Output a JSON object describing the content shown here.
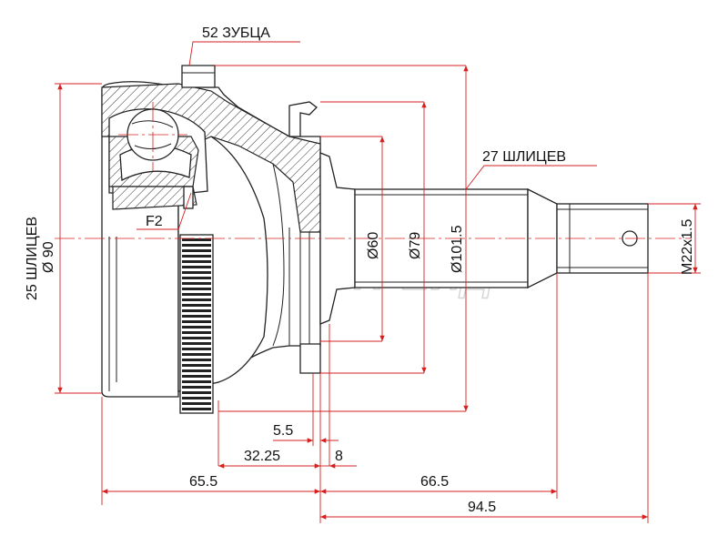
{
  "diagram": {
    "labels": {
      "teeth": "52 ЗУБЦА",
      "outer_splines": "27 ШЛИЦЕВ",
      "inner_splines": "25 ШЛИЦЕВ",
      "inner_diameter": "Ø 90",
      "ball": "F2",
      "thread": "M22x1.5",
      "d60": "Ø60",
      "d79": "Ø79",
      "d101": "Ø101.5",
      "dim_5_5": "5.5",
      "dim_32_25": "32.25",
      "dim_8": "8",
      "dim_65_5": "65.5",
      "dim_66_5": "66.5",
      "dim_94_5": "94.5"
    },
    "watermark": "АВТОТРЕЙД",
    "colors": {
      "dimension": "#d62020",
      "outline": "#222222",
      "watermark": "#d6d6d6"
    }
  }
}
